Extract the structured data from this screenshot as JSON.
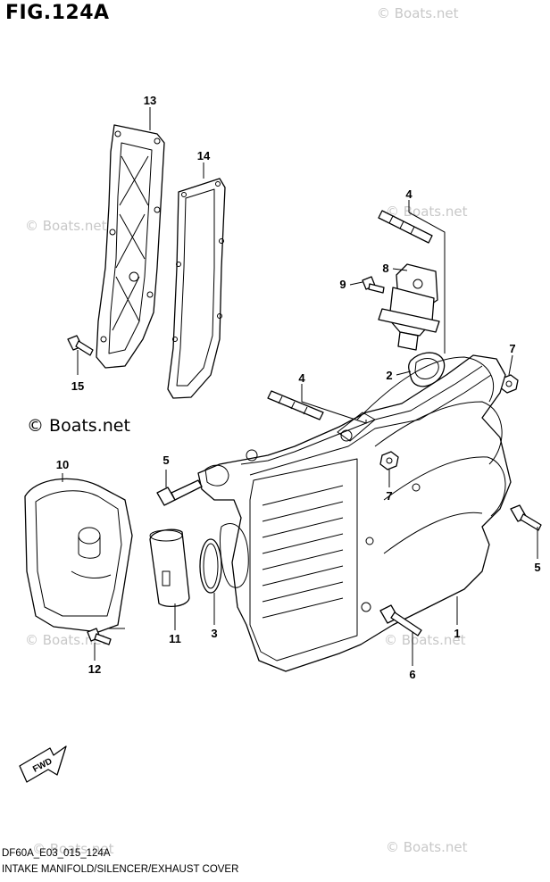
{
  "figure": {
    "title": "FIG.124A"
  },
  "watermarks": {
    "small": "© Boats.net",
    "bold": "© Boats.net"
  },
  "caption": {
    "code": "DF60A_E03_015_124A",
    "name": "INTAKE MANIFOLD/SILENCER/EXHAUST COVER"
  },
  "callouts": [
    "1",
    "2",
    "3",
    "4",
    "4",
    "5",
    "5",
    "6",
    "7",
    "7",
    "8",
    "9",
    "10",
    "11",
    "12",
    "13",
    "14",
    "15"
  ],
  "fwd_label": "FWD"
}
